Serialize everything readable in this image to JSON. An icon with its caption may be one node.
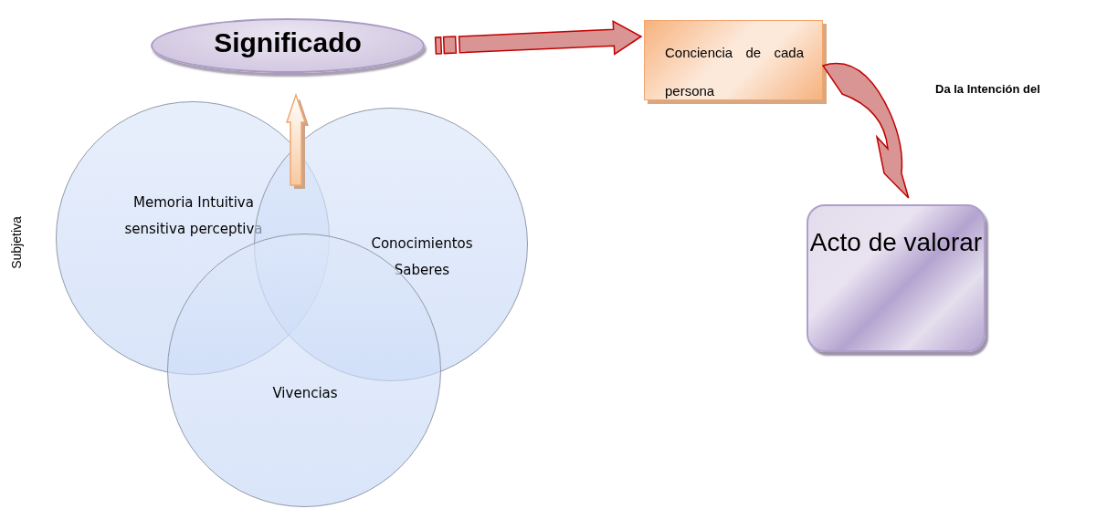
{
  "diagram": {
    "nodes": [
      {
        "text": [
          "Significado"
        ]
      },
      {
        "text": [
          "Conciencia de cada persona"
        ]
      },
      {
        "text": [
          "Memoria Intuitiva sensitiva perceptiva"
        ]
      },
      {
        "text": [
          "Conocimientos Saberes"
        ]
      },
      {
        "text": [
          "Vivencias"
        ]
      },
      {
        "text": [
          "Acto de valorar"
        ]
      }
    ],
    "edges": [
      {
        "from": 0,
        "to": 1,
        "arrow": "to"
      },
      {
        "from": 1,
        "to": 5,
        "arrow": "to"
      },
      {
        "from": null,
        "to": 0,
        "arrow": "to"
      }
    ],
    "labels": [
      "Da la Intención del",
      "Subjetiva"
    ]
  }
}
